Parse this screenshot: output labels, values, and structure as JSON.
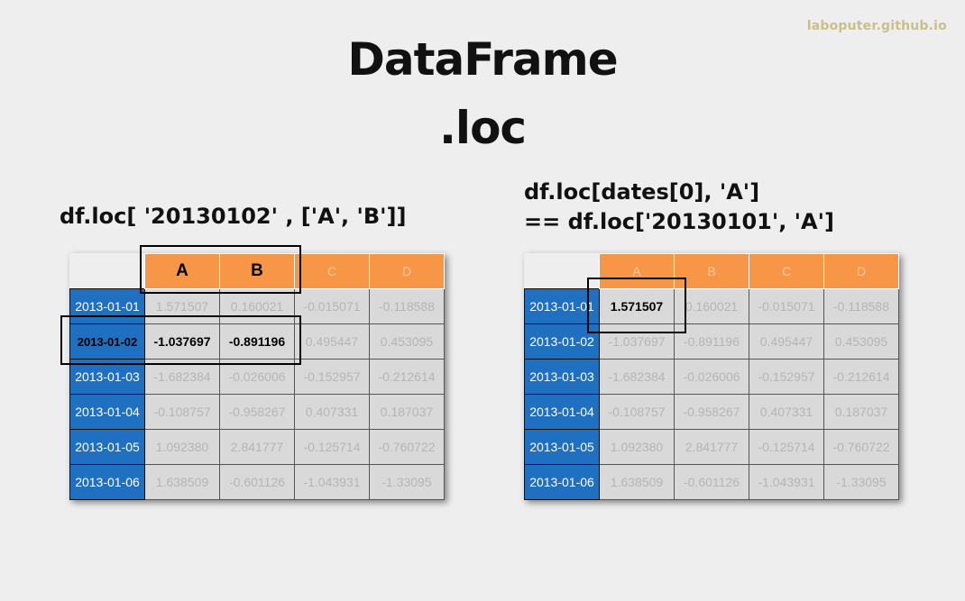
{
  "watermark": "laboputer.github.io",
  "title": {
    "line1": "DataFrame",
    "line2": ".loc"
  },
  "left_example": {
    "code": "df.loc[ '20130102' , ['A', 'B']]"
  },
  "right_example": {
    "code_line1": "df.loc[dates[0], 'A']",
    "code_line2": "== df.loc['20130101', 'A']"
  },
  "dataframe": {
    "columns": [
      "A",
      "B",
      "C",
      "D"
    ],
    "rows": [
      {
        "index": "2013-01-01",
        "values": [
          "1.571507",
          "0.160021",
          "-0.015071",
          "-0.118588"
        ]
      },
      {
        "index": "2013-01-02",
        "values": [
          "-1.037697",
          "-0.891196",
          "0.495447",
          "0.453095"
        ]
      },
      {
        "index": "2013-01-03",
        "values": [
          "-1.682384",
          "-0.026006",
          "-0.152957",
          "-0.212614"
        ]
      },
      {
        "index": "2013-01-04",
        "values": [
          "-0.108757",
          "-0.958267",
          "0.407331",
          "0.187037"
        ]
      },
      {
        "index": "2013-01-05",
        "values": [
          "1.092380",
          "2.841777",
          "-0.125714",
          "-0.760722"
        ]
      },
      {
        "index": "2013-01-06",
        "values": [
          "1.638509",
          "-0.601126",
          "-1.043931",
          "-1.33095"
        ]
      }
    ]
  },
  "colors": {
    "background": "#eeeeee",
    "column_header": "#f79646",
    "index_column": "#1f70c1",
    "cell": "#d9d9d9",
    "watermark": "#c9bf8a"
  }
}
